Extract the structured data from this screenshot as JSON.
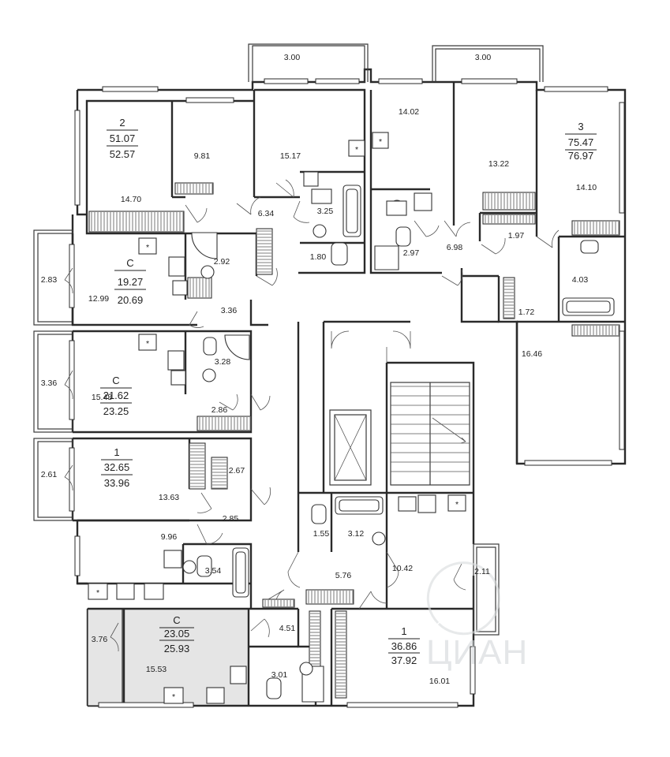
{
  "floor_plan": {
    "balcony_labels": [
      "3.00",
      "3.00"
    ],
    "apartments": [
      {
        "type": "2",
        "area_living": "51.07",
        "area_total": "52.57"
      },
      {
        "type": "3",
        "area_living": "75.47",
        "area_total": "76.97"
      },
      {
        "type": "С",
        "area_living": "19.27",
        "area_total": "20.69"
      },
      {
        "type": "С",
        "area_living": "21.62",
        "area_total": "23.25"
      },
      {
        "type": "1",
        "area_living": "32.65",
        "area_total": "33.96"
      },
      {
        "type": "С",
        "area_living": "23.05",
        "area_total": "25.93"
      },
      {
        "type": "1",
        "area_living": "36.86",
        "area_total": "37.92"
      }
    ],
    "rooms": [
      "14.70",
      "9.81",
      "15.17",
      "14.02",
      "13.22",
      "14.10",
      "6.34",
      "3.25",
      "1.80",
      "2.97",
      "6.98",
      "1.97",
      "2.83",
      "12.99",
      "2.92",
      "3.36",
      "4.03",
      "1.72",
      "3.36",
      "15.48",
      "3.28",
      "2.86",
      "16.46",
      "2.61",
      "13.63",
      "2.67",
      "2.85",
      "9.96",
      "3.54",
      "1.55",
      "3.12",
      "10.42",
      "5.76",
      "2.11",
      "3.76",
      "15.53",
      "4.51",
      "3.01",
      "16.01"
    ],
    "fridge_mark": "*",
    "watermark": "ЦИАН",
    "highlight_color": "#e5e5e5"
  }
}
